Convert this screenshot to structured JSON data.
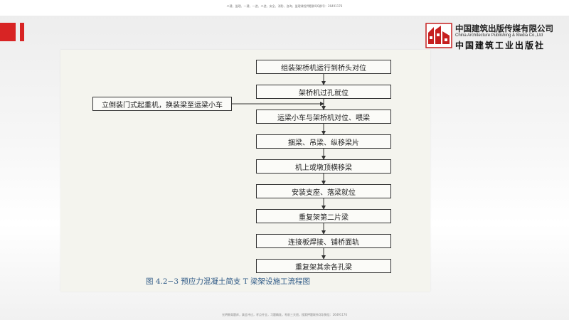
{
  "header": {
    "notice": "二建、监理、一建、一造、二造、安全、消防、咨询、监理课程押题群QQ群号：26491176"
  },
  "logo": {
    "name_cn": "中国建筑出版传媒有限公司",
    "name_en": "China Architecture Publishing & Media Co.,Ltd",
    "imprint_cn": "中国建筑工业出版社"
  },
  "flowchart": {
    "steps": [
      "组装架桥机运行到桥头对位",
      "架桥机过孔就位",
      "运梁小车与架桥机对位、喂梁",
      "捆梁、吊梁、纵移梁片",
      "机上或墩顶横移梁",
      "安装支座、落梁就位",
      "重复架第二片梁",
      "连接板焊接、铺桥面轨",
      "重复架其余各孔梁"
    ],
    "side_input": "立倒装门式起重机，换装梁至运梁小车",
    "caption": "图 4.2−3    预应力混凝土简支 T 梁架设施工流程图"
  },
  "footer": {
    "notice": "光明教育题库，真会冲过，考点齐全，习题精准，考前三天班，搜索押题联系QQ/微信：26491176"
  },
  "colors": {
    "accent_red": "#d82424",
    "caption_blue": "#2f5a86"
  }
}
